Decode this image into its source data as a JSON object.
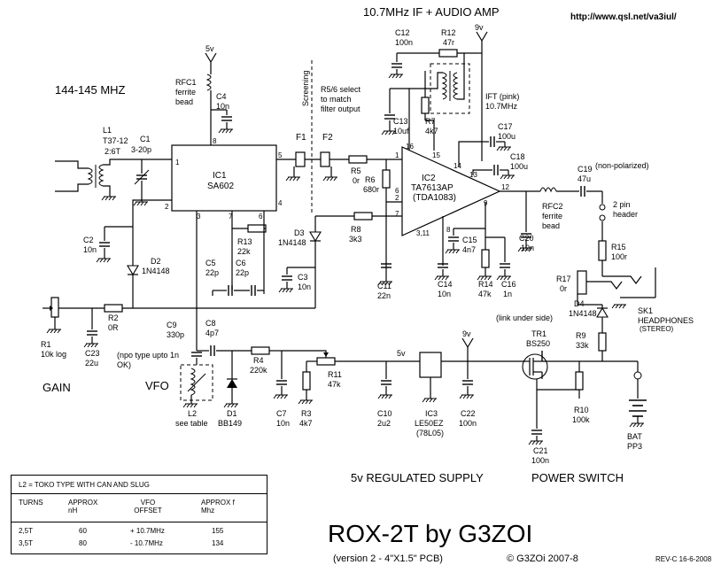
{
  "header": {
    "title": "10.7MHz IF + AUDIO AMP",
    "url": "http://www.qsl.net/va3iul/",
    "band": "144-145 MHZ"
  },
  "blocks": {
    "vfo": "VFO",
    "gain": "GAIN",
    "supply": "5v REGULATED SUPPLY",
    "power_switch": "POWER SWITCH",
    "screening": "Screening",
    "filter_note": [
      "R5/6 select",
      "to match",
      "filter output"
    ],
    "non_polarized": "(non-polarized)",
    "link_under": "(link under side)",
    "c9_note": [
      "(npo type upto 1n",
      "OK)"
    ],
    "pin_header": [
      "2 pin",
      "header"
    ],
    "ift": [
      "IFT (pink)",
      "10.7MHz"
    ],
    "rfc1": [
      "RFC1",
      "ferrite",
      "bead"
    ],
    "rfc2": [
      "RFC2",
      "ferrite",
      "bead"
    ]
  },
  "components": {
    "ic1": [
      "IC1",
      "SA602"
    ],
    "ic2": [
      "IC2",
      "TA7613AP",
      "(TDA1083)"
    ],
    "ic3": [
      "IC3",
      "LE50EZ",
      "(78L05)"
    ],
    "tr1": [
      "TR1",
      "BS250"
    ],
    "l1": [
      "L1",
      "T37-12",
      "2:6T"
    ],
    "l2": [
      "L2",
      "see table"
    ],
    "d1": [
      "D1",
      "BB149"
    ],
    "d2": [
      "D2",
      "1N4148"
    ],
    "d3": [
      "D3",
      "1N4148"
    ],
    "d4": [
      "D4",
      "1N4148"
    ],
    "sk1": [
      "SK1",
      "HEADPHONES",
      "(STEREO)"
    ],
    "bat": [
      "BAT",
      "PP3"
    ],
    "f1": "F1",
    "f2": "F2",
    "c1": [
      "C1",
      "3-20p"
    ],
    "c2": [
      "C2",
      "10n"
    ],
    "c3": [
      "C3",
      "10n"
    ],
    "c4": [
      "C4",
      "10n"
    ],
    "c5": [
      "C5",
      "22p"
    ],
    "c6": [
      "C6",
      "22p"
    ],
    "c7": [
      "C7",
      "10n"
    ],
    "c8": [
      "C8",
      "4p7"
    ],
    "c9": [
      "C9",
      "330p"
    ],
    "c10": [
      "C10",
      "2u2"
    ],
    "c11": [
      "C11",
      "22n"
    ],
    "c12": [
      "C12",
      "100n"
    ],
    "c13": [
      "C13",
      "10uf"
    ],
    "c14": [
      "C14",
      "10n"
    ],
    "c15": [
      "C15",
      "4n7"
    ],
    "c16": [
      "C16",
      "1n"
    ],
    "c17": [
      "C17",
      "100u"
    ],
    "c18": [
      "C18",
      "100u"
    ],
    "c19": [
      "C19",
      "47u"
    ],
    "c20": [
      "C20",
      "10n"
    ],
    "c21": [
      "C21",
      "100n"
    ],
    "c22": [
      "C22",
      "100n"
    ],
    "c23": [
      "C23",
      "22u"
    ],
    "r1": [
      "R1",
      "10k log"
    ],
    "r2": [
      "R2",
      "0R"
    ],
    "r3": [
      "R3",
      "4k7"
    ],
    "r4": [
      "R4",
      "220k"
    ],
    "r5": [
      "R5",
      "0r"
    ],
    "r6": [
      "R6",
      "680r"
    ],
    "r7": [
      "R7",
      "4k7"
    ],
    "r8": [
      "R8",
      "3k3"
    ],
    "r9": [
      "R9",
      "33k"
    ],
    "r10": [
      "R10",
      "100k"
    ],
    "r11": [
      "R11",
      "47k"
    ],
    "r12": [
      "R12",
      "47r"
    ],
    "r13": [
      "R13",
      "22k"
    ],
    "r14": [
      "R14",
      "47k"
    ],
    "r15": [
      "R15",
      "100r"
    ],
    "r17": [
      "R17",
      "0r"
    ]
  },
  "rails": {
    "v5": "5v",
    "v9": "9v"
  },
  "pins": {
    "ic1": [
      "1",
      "2",
      "3",
      "4",
      "5",
      "6",
      "7",
      "8"
    ],
    "ic2": [
      "1",
      "2",
      "3,11",
      "6",
      "7",
      "8",
      "9",
      "12",
      "13",
      "14",
      "15",
      "16"
    ]
  },
  "table": {
    "caption": "L2 = TOKO TYPE WITH CAN AND SLUG",
    "headers": [
      "TURNS",
      "APPROX nH",
      "VFO OFFSET",
      "APPROX f Mhz"
    ],
    "rows": [
      [
        "2,5T",
        "60",
        "+ 10.7MHz",
        "155"
      ],
      [
        "3,5T",
        "80",
        "- 10.7MHz",
        "134"
      ]
    ]
  },
  "footer": {
    "title": "ROX-2T  by  G3ZOI",
    "version": "(version 2  -  4\"X1.5\" PCB)",
    "copyright": "© G3ZOi 2007-8",
    "rev": "REV-C 16-6-2008"
  }
}
